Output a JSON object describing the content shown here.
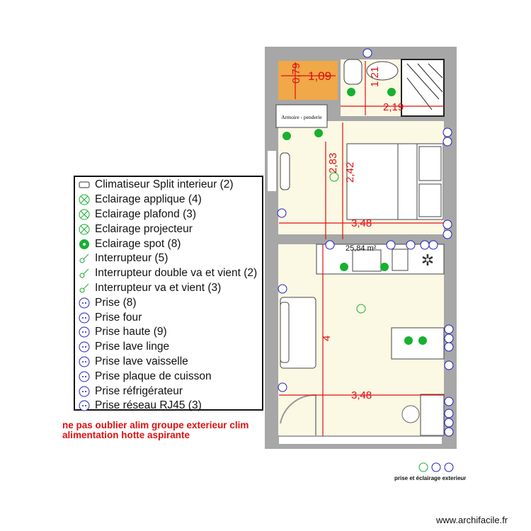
{
  "plan": {
    "area": "25,84 m²",
    "wardrobe_label": "Armoire - penderie",
    "dimensions": {
      "storage_width": "1,09",
      "storage_depth": "0,79",
      "bathroom_height": "1,21",
      "bathroom_width": "2,19",
      "bedroom_height_a": "2,83",
      "bedroom_height_b": "2,42",
      "bedroom_width": "3,48",
      "living_height": "4",
      "living_width": "3,48"
    },
    "colors": {
      "wall": "#a7a7a7",
      "floor": "#fbf8e4",
      "storage": "#f0a848",
      "dimension": "#e01010",
      "light": "#18b030",
      "socket": "#2020c0"
    }
  },
  "legend": {
    "items": [
      {
        "icon": "air-conditioner-icon",
        "label": "Climatiseur Split interieur (2)"
      },
      {
        "icon": "wall-light-icon",
        "label": "Eclairage applique (4)"
      },
      {
        "icon": "ceiling-light-icon",
        "label": "Eclairage plafond (3)"
      },
      {
        "icon": "projector-light-icon",
        "label": "Eclairage projecteur"
      },
      {
        "icon": "spot-light-icon",
        "label": "Eclairage spot (8)"
      },
      {
        "icon": "switch-icon",
        "label": "Interrupteur (5)"
      },
      {
        "icon": "double-two-way-switch-icon",
        "label": "Interrupteur double va et vient (2)"
      },
      {
        "icon": "two-way-switch-icon",
        "label": "Interrupteur va et vient (3)"
      },
      {
        "icon": "socket-icon",
        "label": "Prise (8)"
      },
      {
        "icon": "oven-socket-icon",
        "label": "Prise four"
      },
      {
        "icon": "high-socket-icon",
        "label": "Prise haute (9)"
      },
      {
        "icon": "washing-machine-socket-icon",
        "label": "Prise lave linge"
      },
      {
        "icon": "dishwasher-socket-icon",
        "label": "Prise lave vaisselle"
      },
      {
        "icon": "hob-socket-icon",
        "label": "Prise plaque de cuisson"
      },
      {
        "icon": "fridge-socket-icon",
        "label": "Prise réfrigérateur"
      },
      {
        "icon": "rj45-socket-icon",
        "label": "Prise réseau RJ45 (3)"
      }
    ]
  },
  "notes": [
    "ne pas oublier alim groupe exterieur clim",
    "alimentation hotte aspirante"
  ],
  "exterior_label": "prise et éclairage exterieur",
  "watermark": "www.archifacile.fr"
}
